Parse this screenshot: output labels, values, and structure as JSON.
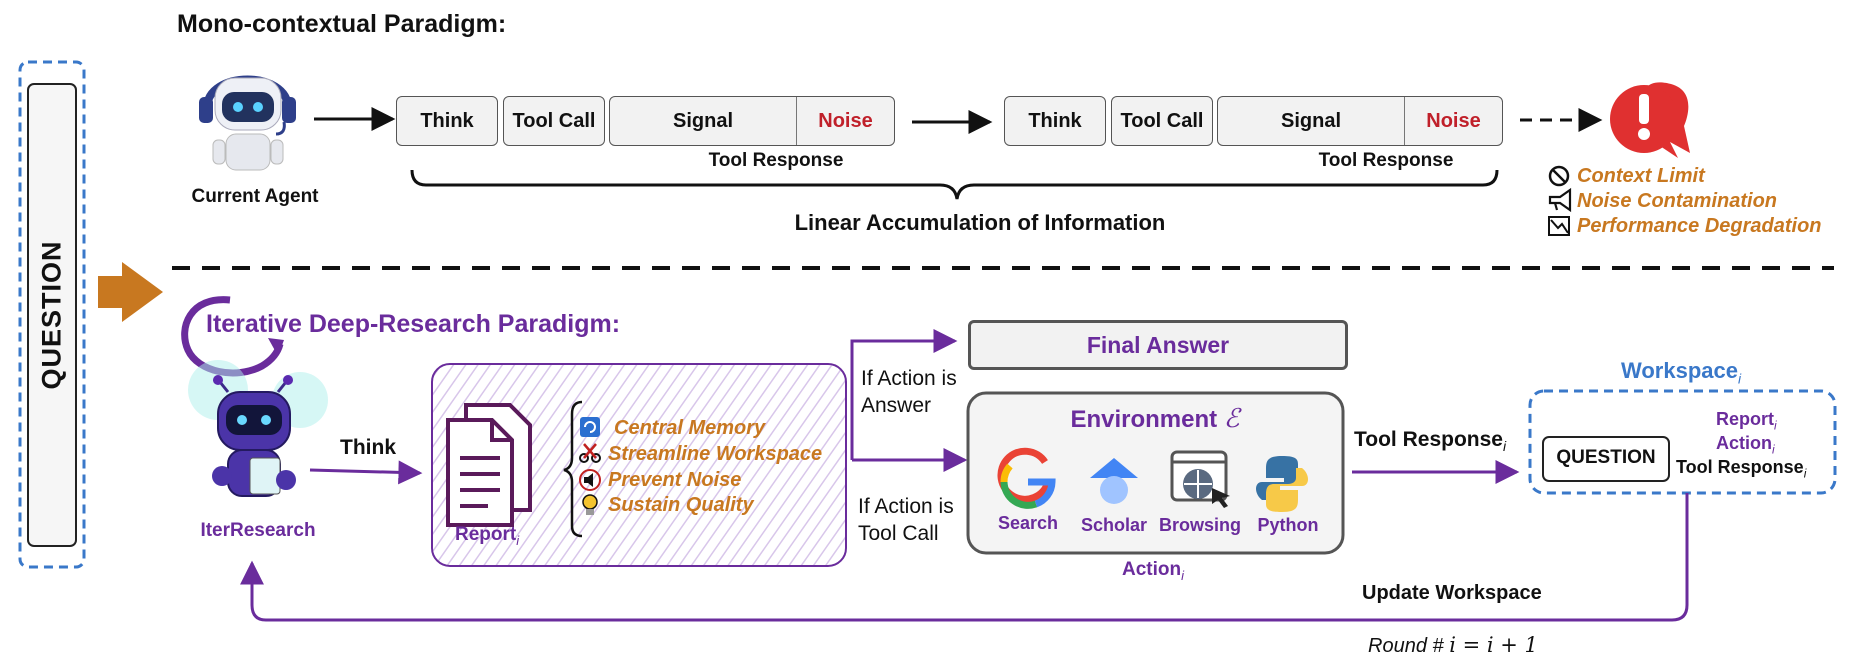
{
  "question_label": "QUESTION",
  "mono": {
    "title": "Mono-contextual Paradigm:",
    "agent_label": "Current Agent",
    "round1": {
      "think": "Think",
      "tool_call": "Tool Call",
      "signal": "Signal",
      "noise": "Noise",
      "response": "Tool Response"
    },
    "round2": {
      "think": "Think",
      "tool_call": "Tool Call",
      "signal": "Signal",
      "noise": "Noise",
      "response": "Tool Response"
    },
    "accumulation": "Linear Accumulation of Information",
    "issues": [
      "Context Limit",
      "Noise Contamination",
      "Performance Degradation"
    ]
  },
  "iter": {
    "title": "Iterative Deep-Research Paradigm:",
    "agent_label": "IterResearch",
    "think": "Think",
    "report_label": "Report",
    "report_sub": "i",
    "features": [
      "Central Memory",
      "Streamline Workspace",
      "Prevent Noise",
      "Sustain Quality"
    ],
    "if_answer_1": "If Action is",
    "if_answer_2": "Answer",
    "if_tool_1": "If Action is",
    "if_tool_2": "Tool Call",
    "final_answer": "Final Answer",
    "environment": "Environment",
    "env_symbol": "ℰ",
    "tools": [
      "Search",
      "Scholar",
      "Browsing",
      "Python"
    ],
    "action_label": "Action",
    "action_sub": "i",
    "tool_response_label": "Tool Response",
    "tool_response_sub": "i",
    "workspace_title": "Workspace",
    "workspace_sub": "i",
    "ws_question": "QUESTION",
    "ws_report": "Report",
    "ws_action": "Action",
    "ws_tool_response": "Tool Response",
    "update_label": "Update Workspace",
    "round_label": "Round #",
    "round_formula": "i = i + 1"
  },
  "colors": {
    "purple": "#6a2c9c",
    "orange": "#c87820",
    "blue": "#3a78c9",
    "noise_red": "#c0202a",
    "alert_red": "#e03030"
  }
}
